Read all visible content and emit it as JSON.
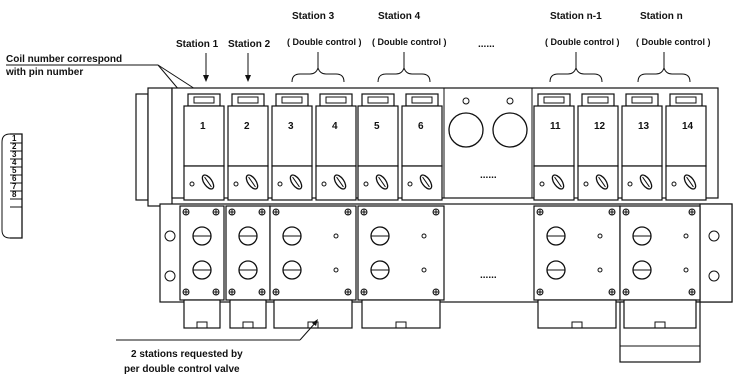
{
  "callouts": {
    "coil_line1": "Coil number correspond",
    "coil_line2": "with pin number",
    "stations_line1": "2 stations requested by",
    "stations_line2": "per double control valve"
  },
  "station_labels": [
    {
      "name": "Station 1",
      "sub": ""
    },
    {
      "name": "Station 2",
      "sub": ""
    },
    {
      "name": "Station 3",
      "sub": "( Double control )"
    },
    {
      "name": "Station 4",
      "sub": "( Double control )"
    },
    {
      "name": "Station n-1",
      "sub": "( Double control )"
    },
    {
      "name": "Station n",
      "sub": "( Double control )"
    }
  ],
  "ellipsis": "......",
  "coil_numbers": [
    "1",
    "2",
    "3",
    "4",
    "5",
    "6",
    "11",
    "12",
    "13",
    "14"
  ],
  "pin_numbers": [
    "1",
    "2",
    "3",
    "4",
    "5",
    "6",
    "7",
    "8"
  ]
}
